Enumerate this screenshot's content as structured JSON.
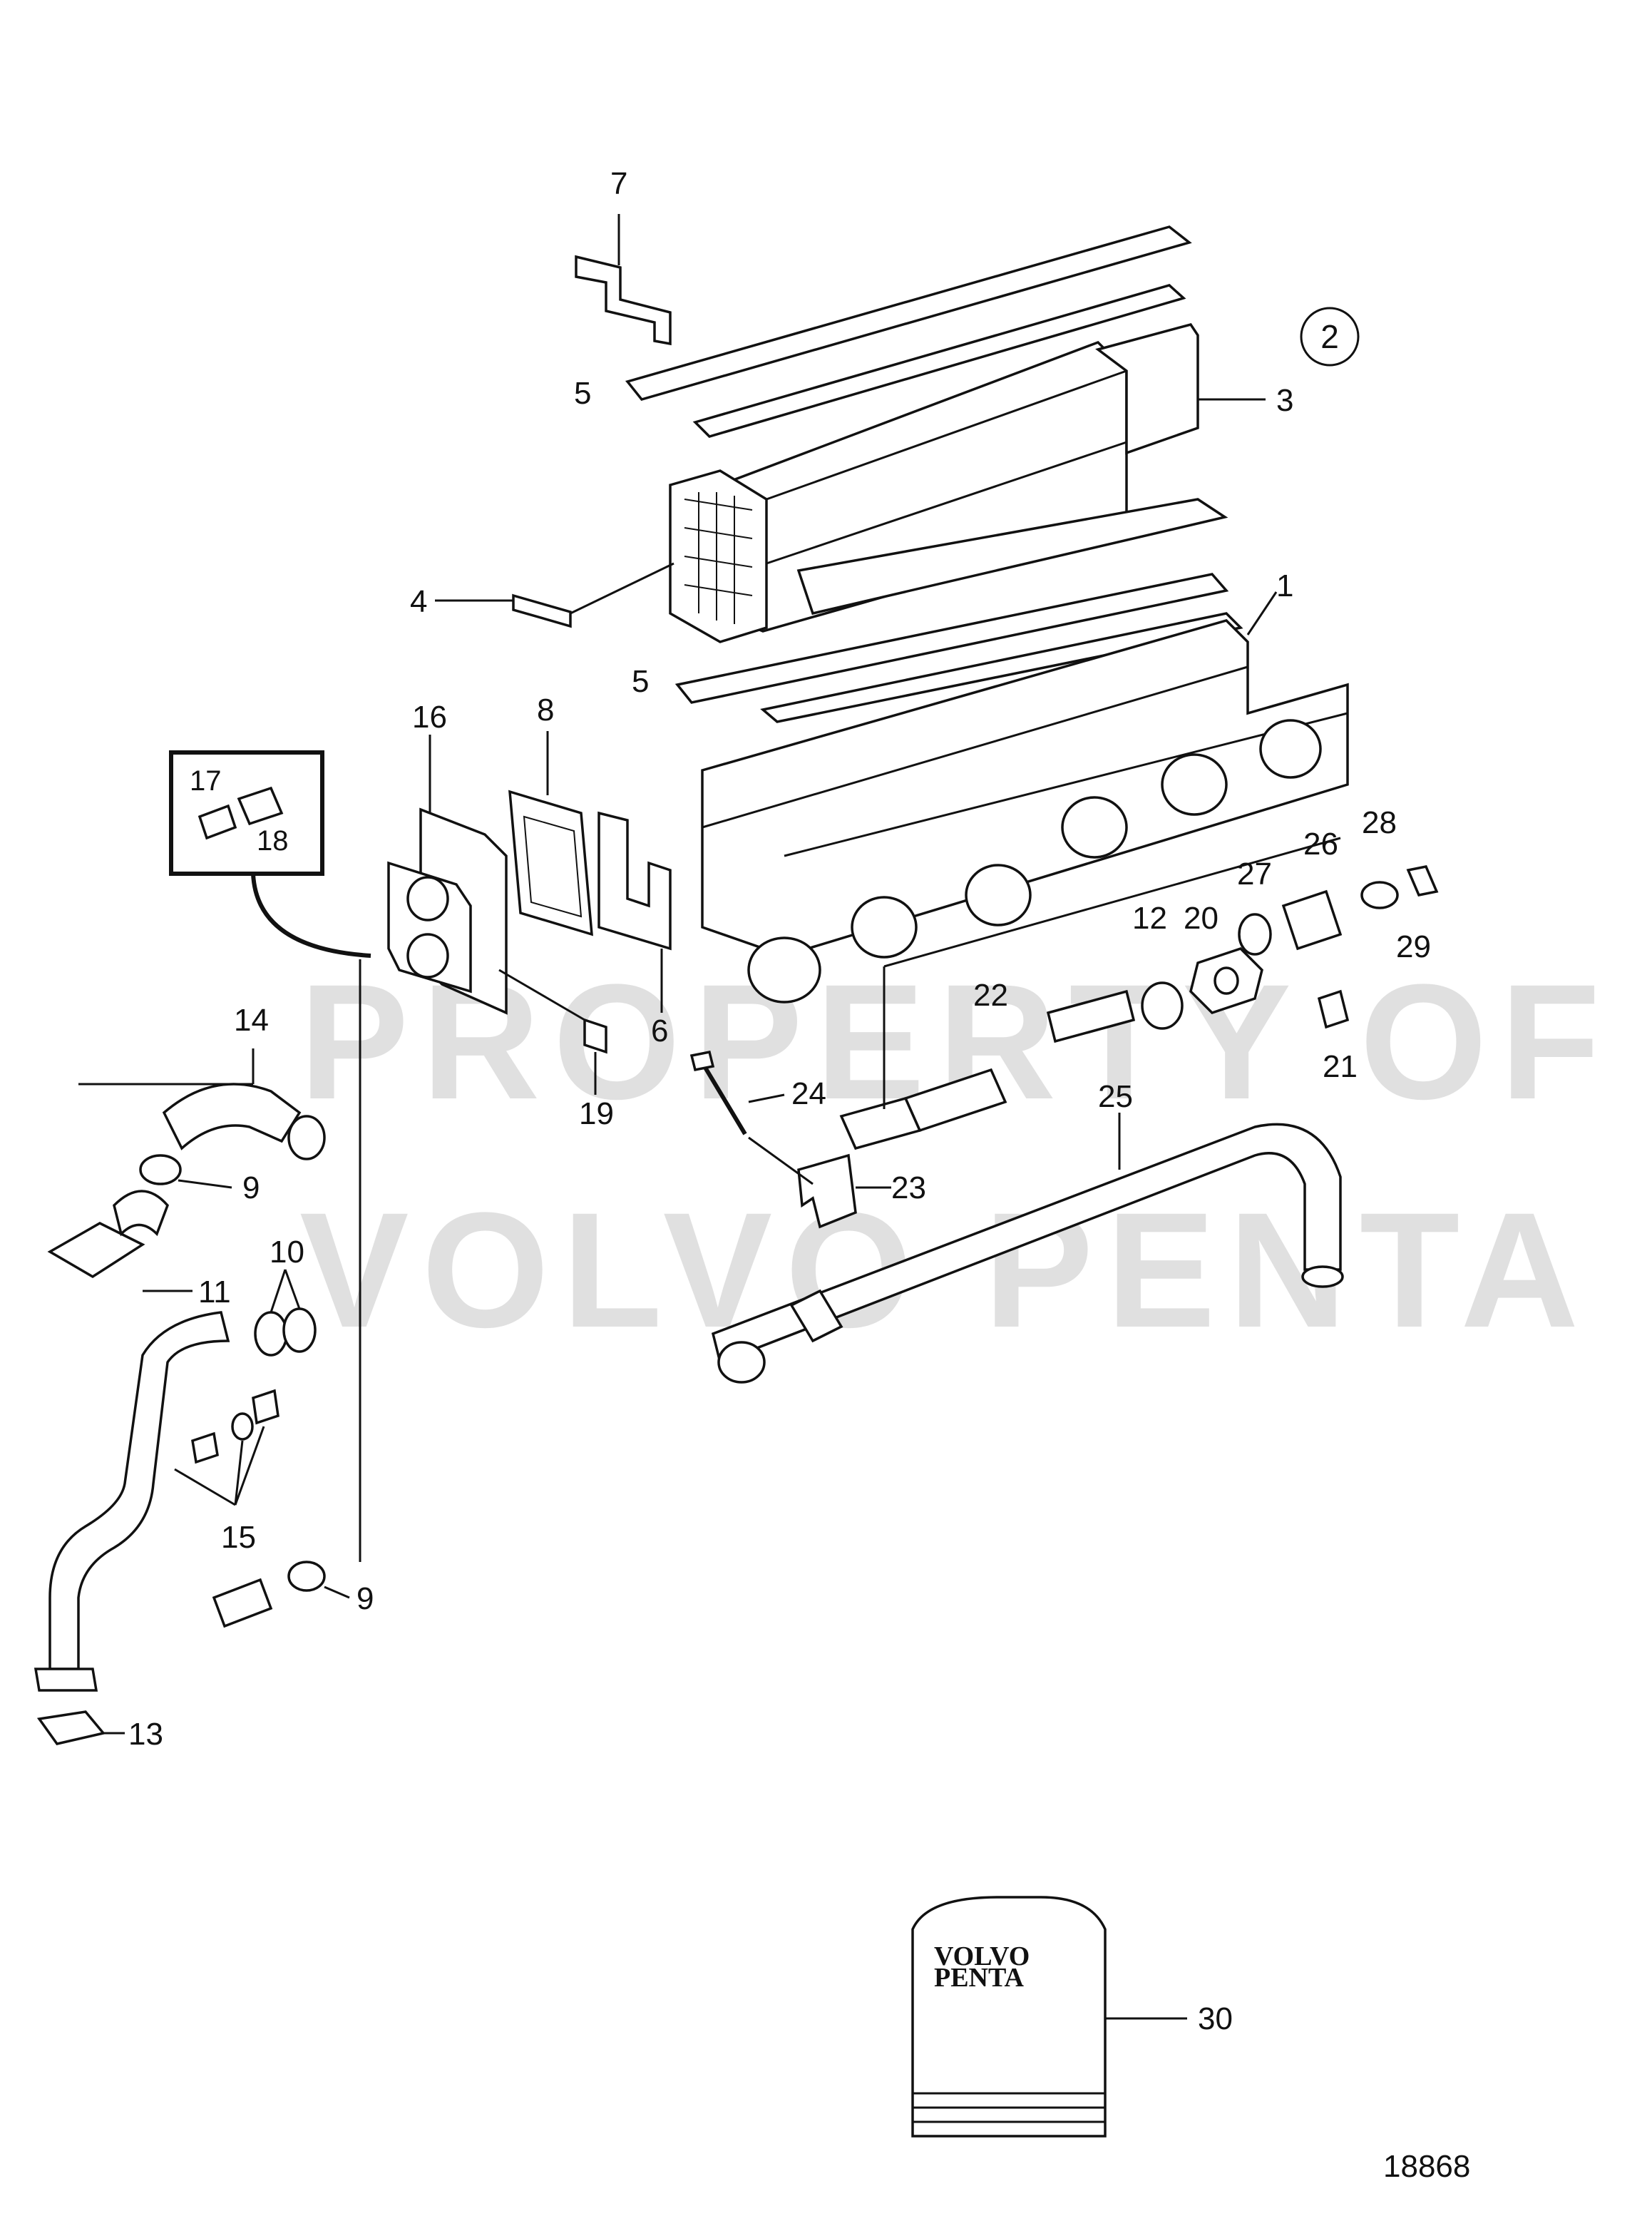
{
  "diagram": {
    "group_marker": "2",
    "figure_number": "18868",
    "watermark": {
      "line1": "PROPERTY OF",
      "line2": "VOLVO PENTA"
    },
    "manual_cover": {
      "brand_line1": "VOLVO",
      "brand_line2": "PENTA"
    },
    "callouts": [
      "1",
      "2",
      "3",
      "4",
      "5",
      "6",
      "7",
      "8",
      "9",
      "10",
      "11",
      "12",
      "13",
      "14",
      "15",
      "16",
      "17",
      "18",
      "19",
      "20",
      "21",
      "22",
      "23",
      "24",
      "25",
      "26",
      "27",
      "28",
      "29",
      "30"
    ],
    "labels": {
      "c1": "1",
      "c3": "3",
      "c4": "4",
      "c5a": "5",
      "c5b": "5",
      "c6": "6",
      "c7": "7",
      "c8": "8",
      "c9a": "9",
      "c9b": "9",
      "c10": "10",
      "c11": "11",
      "c12": "12",
      "c13": "13",
      "c14": "14",
      "c15": "15",
      "c16": "16",
      "c17": "17",
      "c18": "18",
      "c19": "19",
      "c20": "20",
      "c21": "21",
      "c22": "22",
      "c23": "23",
      "c24": "24",
      "c25": "25",
      "c26": "26",
      "c27": "27",
      "c28": "28",
      "c29": "29",
      "c30": "30"
    }
  }
}
